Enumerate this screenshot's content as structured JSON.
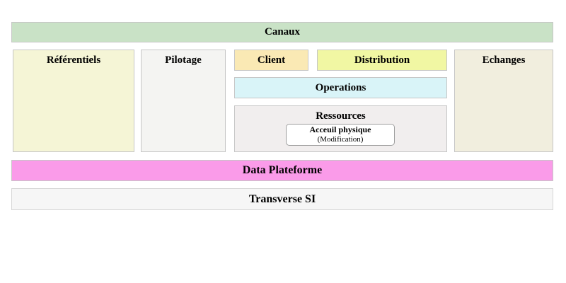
{
  "diagram": {
    "top_bar": {
      "label": "Canaux",
      "color": "#c9e2c6"
    },
    "columns": {
      "referentiels": {
        "label": "Référentiels",
        "color": "#f5f5d6"
      },
      "pilotage": {
        "label": "Pilotage",
        "color": "#f4f4f2"
      },
      "middle": {
        "client": {
          "label": "Client",
          "color": "#fae9b4"
        },
        "distribution": {
          "label": "Distribution",
          "color": "#f1f7a3"
        },
        "operations": {
          "label": "Operations",
          "color": "#d9f4f8"
        },
        "ressources": {
          "label": "Ressources",
          "color": "#f1eeee",
          "node": {
            "line1": "Acceuil physique",
            "line2": "(Modification)",
            "color": "#ffffff"
          }
        }
      },
      "echanges": {
        "label": "Echanges",
        "color": "#f1eede"
      }
    },
    "bottom_bars": {
      "data_plateforme": {
        "label": "Data Plateforme",
        "color": "#fa9be9"
      },
      "transverse_si": {
        "label": "Transverse SI",
        "color": "#f6f6f6"
      }
    }
  },
  "colors": {
    "block_border": "#c6c6c6",
    "node_border": "#9e9e9e",
    "text": "#000000",
    "background": "#ffffff"
  }
}
